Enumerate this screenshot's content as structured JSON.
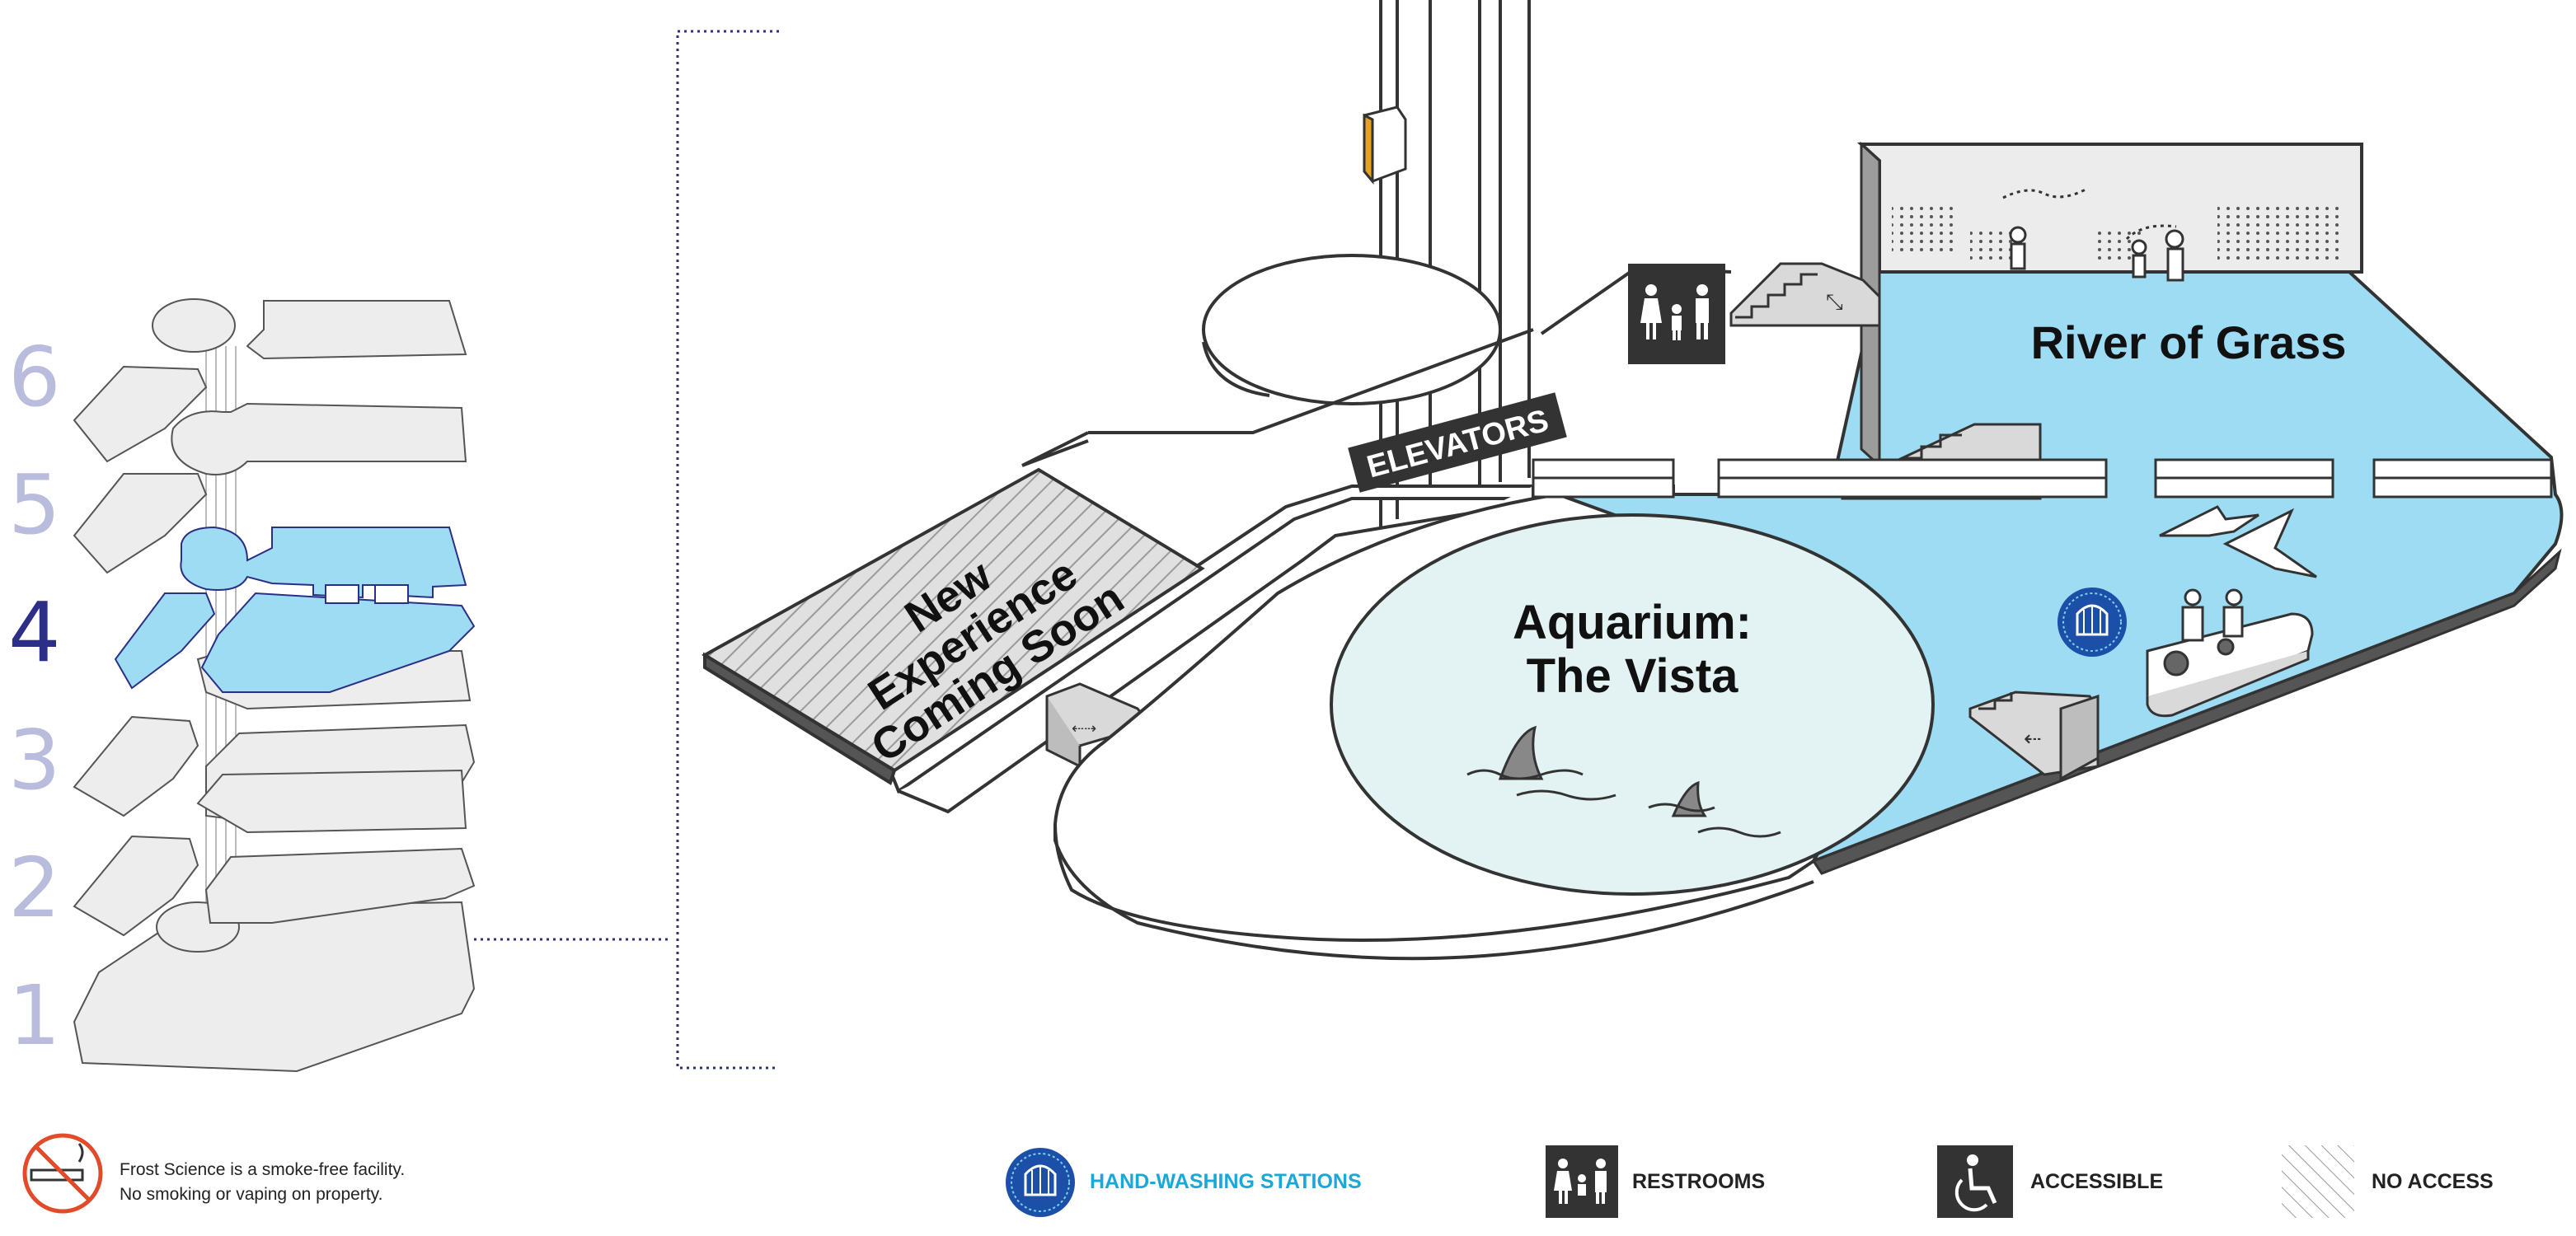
{
  "floor_selector": {
    "floors": [
      "6",
      "5",
      "4",
      "3",
      "2",
      "1"
    ],
    "active_floor": "4"
  },
  "map": {
    "labels": {
      "river": "River of Grass",
      "aquarium_line1": "Aquarium:",
      "aquarium_line2": "The Vista",
      "new_exp_line1": "New",
      "new_exp_line2": "Experience",
      "new_exp_line3": "Coming Soon",
      "elevators": "ELEVATORS"
    },
    "colors": {
      "water": "#9ddcf2",
      "aquarium": "#e3f2f3",
      "floor_fill": "#ededed",
      "active_floor_fill": "#9ddcf2",
      "active_floor_number": "#2b2f86",
      "floor_number": "#b9bcdc",
      "hand_wash": "#1b4fa8",
      "elevator_tag": "#333333"
    }
  },
  "legend": {
    "smoke_line1": "Frost Science is a smoke-free facility.",
    "smoke_line2": "No smoking or vaping on property.",
    "items": [
      {
        "icon": "hand-washing-icon",
        "label": "HAND-WASHING STATIONS"
      },
      {
        "icon": "restroom-icon",
        "label": "RESTROOMS"
      },
      {
        "icon": "accessible-icon",
        "label": "ACCESSIBLE"
      },
      {
        "icon": "no-access-pattern-icon",
        "label": "NO ACCESS"
      }
    ]
  }
}
